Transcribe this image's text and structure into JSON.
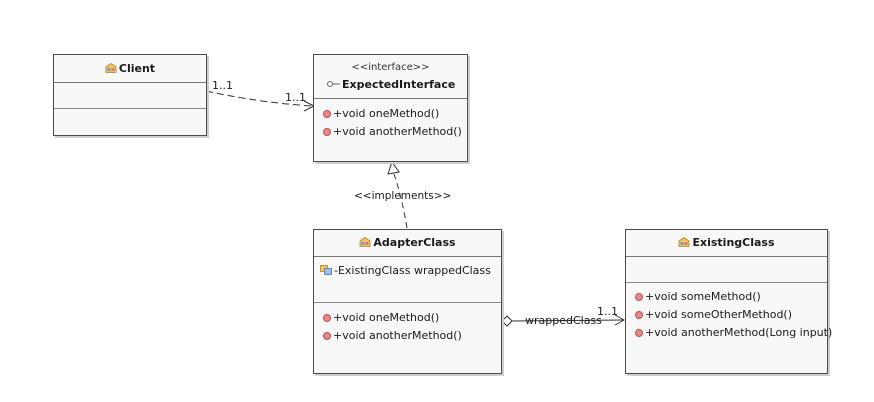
{
  "client": {
    "name": "Client"
  },
  "expected": {
    "stereotype": "<<interface>>",
    "name": "ExpectedInterface",
    "methods": [
      "+void oneMethod()",
      "+void anotherMethod()"
    ]
  },
  "adapter": {
    "name": "AdapterClass",
    "field": "-ExistingClass wrappedClass",
    "methods": [
      "+void oneMethod()",
      "+void anotherMethod()"
    ]
  },
  "existing": {
    "name": "ExistingClass",
    "methods": [
      "+void someMethod()",
      "+void someOtherMethod()",
      "+void anotherMethod(Long input)"
    ]
  },
  "relations": {
    "client_mult": "1..1",
    "interface_mult": "1..1",
    "implements_label": "<<implements>>",
    "association_label": "wrappedClass",
    "association_mult": "1..1"
  },
  "colors": {
    "box_fill": "#f8f8f8",
    "box_border": "#4a4a4a",
    "method_dot": "#e98686"
  },
  "icons": {
    "class": "class-icon",
    "interface": "interface-icon",
    "field": "field-icon",
    "method": "public-method-icon"
  }
}
